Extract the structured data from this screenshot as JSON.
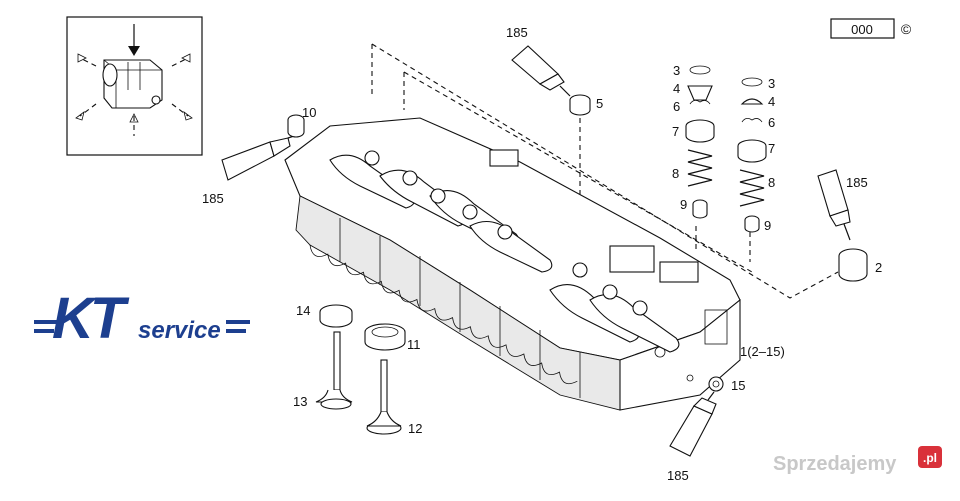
{
  "header": {
    "code_box": "000",
    "copyright_mark": "©"
  },
  "callouts": [
    {
      "id": "c185a",
      "text": "185"
    },
    {
      "id": "c10",
      "text": "10"
    },
    {
      "id": "c185b",
      "text": "185"
    },
    {
      "id": "c5",
      "text": "5"
    },
    {
      "id": "c3a",
      "text": "3"
    },
    {
      "id": "c4a",
      "text": "4"
    },
    {
      "id": "c6a",
      "text": "6"
    },
    {
      "id": "c7a",
      "text": "7"
    },
    {
      "id": "c8a",
      "text": "8"
    },
    {
      "id": "c9a",
      "text": "9"
    },
    {
      "id": "c3b",
      "text": "3"
    },
    {
      "id": "c4b",
      "text": "4"
    },
    {
      "id": "c6b",
      "text": "6"
    },
    {
      "id": "c7b",
      "text": "7"
    },
    {
      "id": "c8b",
      "text": "8"
    },
    {
      "id": "c9b",
      "text": "9"
    },
    {
      "id": "c185c",
      "text": "185"
    },
    {
      "id": "c2",
      "text": "2"
    },
    {
      "id": "c14",
      "text": "14"
    },
    {
      "id": "c11",
      "text": "11"
    },
    {
      "id": "c13",
      "text": "13"
    },
    {
      "id": "c12",
      "text": "12"
    },
    {
      "id": "c1",
      "text": "1(2–15)"
    },
    {
      "id": "c15",
      "text": "15"
    },
    {
      "id": "c185d",
      "text": "185"
    }
  ],
  "logo": {
    "text_kt": "KT",
    "text_service": "service",
    "color": "#1d3f8f"
  },
  "watermark": {
    "text": "Sprzedajemy",
    "badge": ".pl",
    "badge_color": "#d9313a"
  },
  "colors": {
    "line": "#111111",
    "background": "#ffffff"
  }
}
